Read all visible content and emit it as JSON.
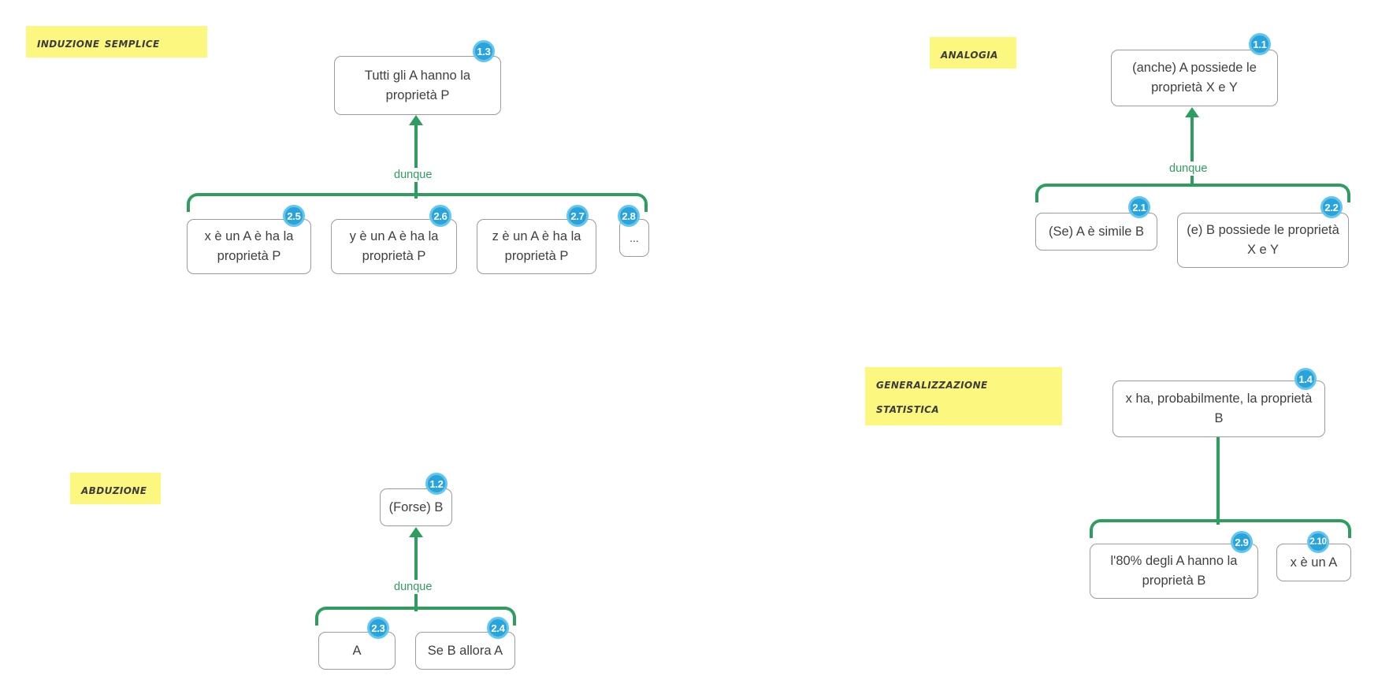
{
  "diagram": {
    "title_hidden": "",
    "colors": {
      "highlight": "#FBF77F",
      "badge_fill": "#29A3DC",
      "badge_ring": "#63C6EF",
      "connector": "#2E9E5F",
      "node_border": "#9b9b9b",
      "text": "#3f3f3f"
    },
    "edge_label": "dunque",
    "sections": [
      {
        "key": "induzione-semplice",
        "label": "Induzione semplice",
        "conclusion": {
          "badge": "1.3",
          "text": "Tutti gli A hanno la proprietà P"
        },
        "premises": [
          {
            "badge": "2.5",
            "text": "x è un A è ha la proprietà P"
          },
          {
            "badge": "2.6",
            "text": "y è un A è ha la proprietà P"
          },
          {
            "badge": "2.7",
            "text": "z è un A è ha la proprietà P"
          },
          {
            "badge": "2.8",
            "text": "..."
          }
        ],
        "connector_label": "dunque"
      },
      {
        "key": "analogia",
        "label": "Analogia",
        "conclusion": {
          "badge": "1.1",
          "text": "(anche) A possiede le proprietà X e Y"
        },
        "premises": [
          {
            "badge": "2.1",
            "text": "(Se) A è simile B"
          },
          {
            "badge": "2.2",
            "text": "(e) B possiede le proprietà X e Y"
          }
        ],
        "connector_label": "dunque"
      },
      {
        "key": "abduzione",
        "label": "Abduzione",
        "conclusion": {
          "badge": "1.2",
          "text": "(Forse) B"
        },
        "premises": [
          {
            "badge": "2.3",
            "text": "A"
          },
          {
            "badge": "2.4",
            "text": "Se B allora A"
          }
        ],
        "connector_label": "dunque"
      },
      {
        "key": "generalizzazione-statistica",
        "label": "Generalizzazione\nstatistica",
        "conclusion": {
          "badge": "1.4",
          "text": "x ha, probabilmente, la proprietà B"
        },
        "premises": [
          {
            "badge": "2.9",
            "text": "l'80% degli A hanno la proprietà B"
          },
          {
            "badge": "2.10",
            "text": "x è un A"
          }
        ],
        "connector_label": ""
      }
    ]
  }
}
